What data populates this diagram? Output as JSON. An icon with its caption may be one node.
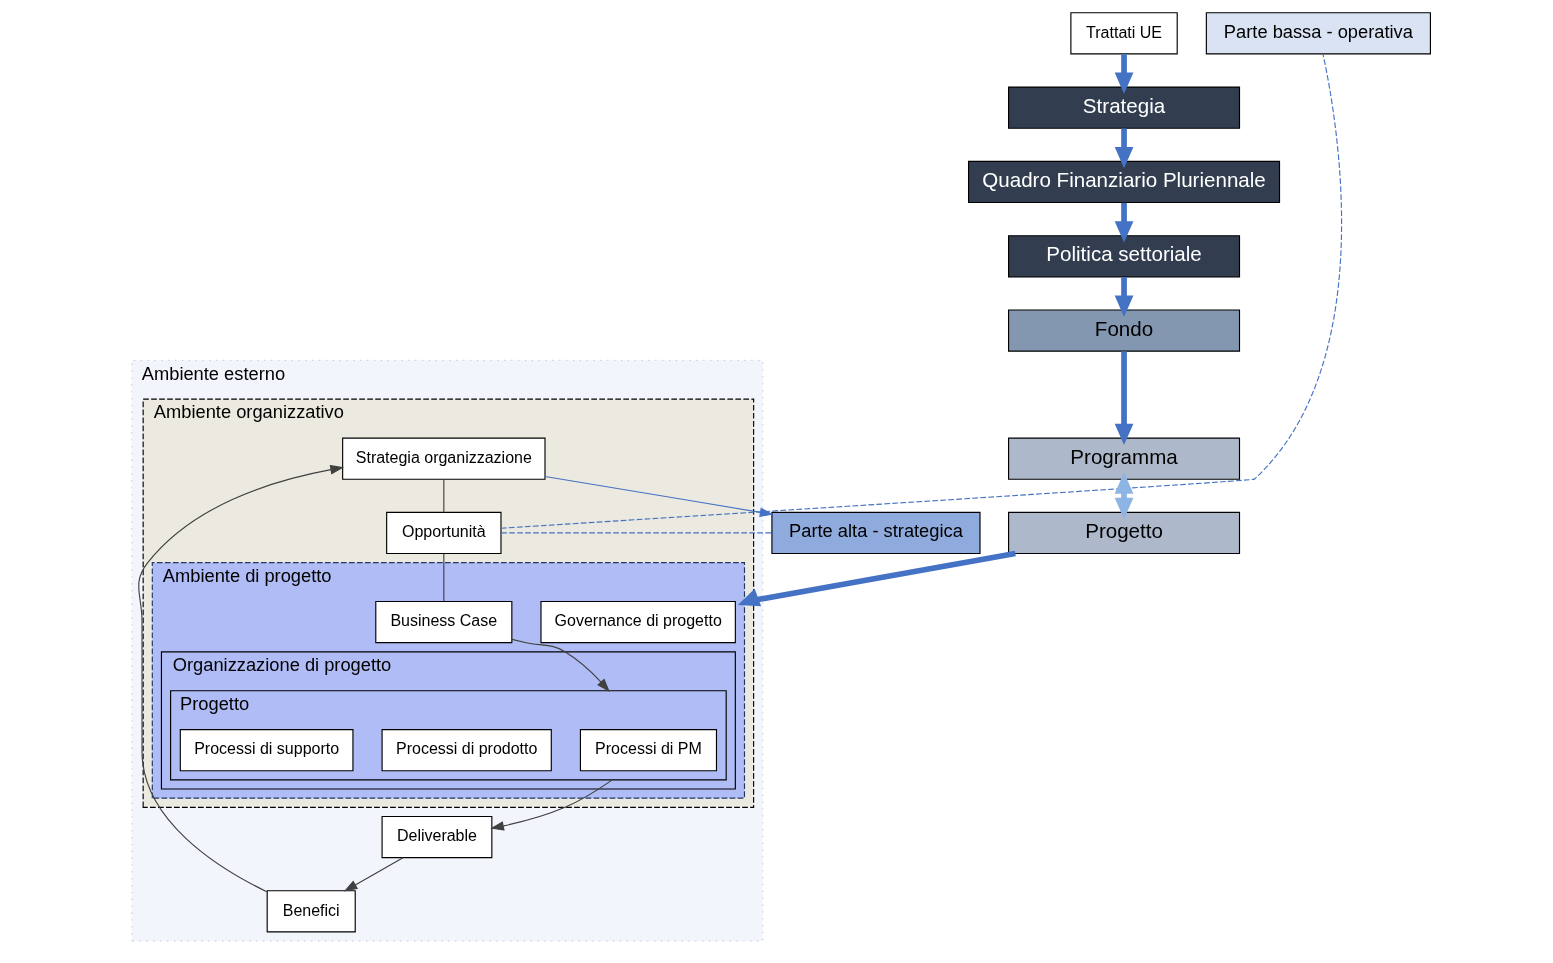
{
  "diagram": {
    "nodes": [
      {
        "text": [
          "Ambiente esterno"
        ]
      },
      {
        "text": [
          "Ambiente organizzativo"
        ],
        "in": 0
      },
      {
        "text": [
          "Strategia organizzazione"
        ],
        "in": 1
      },
      {
        "text": [
          "Benefici"
        ],
        "in": 0
      },
      {
        "text": [
          "Opportunità"
        ],
        "in": 1
      },
      {
        "text": [
          "Ambiente di progetto"
        ],
        "in": 1
      },
      {
        "text": [
          "Governance di progetto"
        ],
        "in": 5
      },
      {
        "text": [
          "Business Case"
        ],
        "in": 5
      },
      {
        "text": [
          "Organizzazione di progetto"
        ],
        "in": 5
      },
      {
        "text": [
          "Progetto"
        ],
        "in": 8
      },
      {
        "text": [
          "Processi di PM"
        ],
        "in": 9
      },
      {
        "text": [
          "Processi di prodotto"
        ],
        "in": 9
      },
      {
        "text": [
          "Processi di supporto"
        ],
        "in": 9
      },
      {
        "text": [
          "Deliverable"
        ],
        "in": 0
      },
      {
        "text": [
          "Parte alta - strategica"
        ]
      },
      {
        "text": [
          "Trattati UE"
        ]
      },
      {
        "text": [
          "Strategia"
        ]
      },
      {
        "text": [
          "Quadro Finanziario Pluriennale"
        ]
      },
      {
        "text": [
          "Politica settoriale"
        ]
      },
      {
        "text": [
          "Fondo"
        ]
      },
      {
        "text": [
          "Programma"
        ]
      },
      {
        "text": [
          "Progetto"
        ]
      },
      {
        "text": [
          "Parte bassa - operativa"
        ]
      }
    ],
    "edges": [
      {
        "from": 2,
        "to": 4,
        "arrow": "none",
        "color": "#404040"
      },
      {
        "from": 4,
        "to": 7,
        "arrow": "none",
        "color": "#404040"
      },
      {
        "from": 7,
        "to": 9,
        "arrow": "to",
        "color": "#404040"
      },
      {
        "from": 9,
        "to": 13,
        "arrow": "to",
        "color": "#404040"
      },
      {
        "from": 13,
        "to": 3,
        "arrow": "to",
        "color": "#404040"
      },
      {
        "from": 3,
        "to": 2,
        "arrow": "to",
        "color": "#404040"
      },
      {
        "from": 2,
        "to": 14,
        "arrow": "to"
      },
      {
        "from": 4,
        "to": 14,
        "arrow": "none",
        "style": "dashed"
      },
      {
        "from": 4,
        "to": 22,
        "arrow": "none",
        "style": "dashed"
      },
      {
        "from": 15,
        "to": 16,
        "arrow": "to",
        "style": "thick"
      },
      {
        "from": 16,
        "to": 17,
        "arrow": "to",
        "style": "thick"
      },
      {
        "from": 17,
        "to": 18,
        "arrow": "to",
        "style": "thick"
      },
      {
        "from": 18,
        "to": 19,
        "arrow": "to",
        "style": "thick"
      },
      {
        "from": 19,
        "to": 20,
        "arrow": "to",
        "style": "thick"
      },
      {
        "from": 20,
        "to": 21,
        "arrow": "both",
        "style": "thick",
        "color": "#8eb4e3"
      },
      {
        "from": 21,
        "to": 5,
        "arrow": "to",
        "style": "thick"
      }
    ]
  }
}
